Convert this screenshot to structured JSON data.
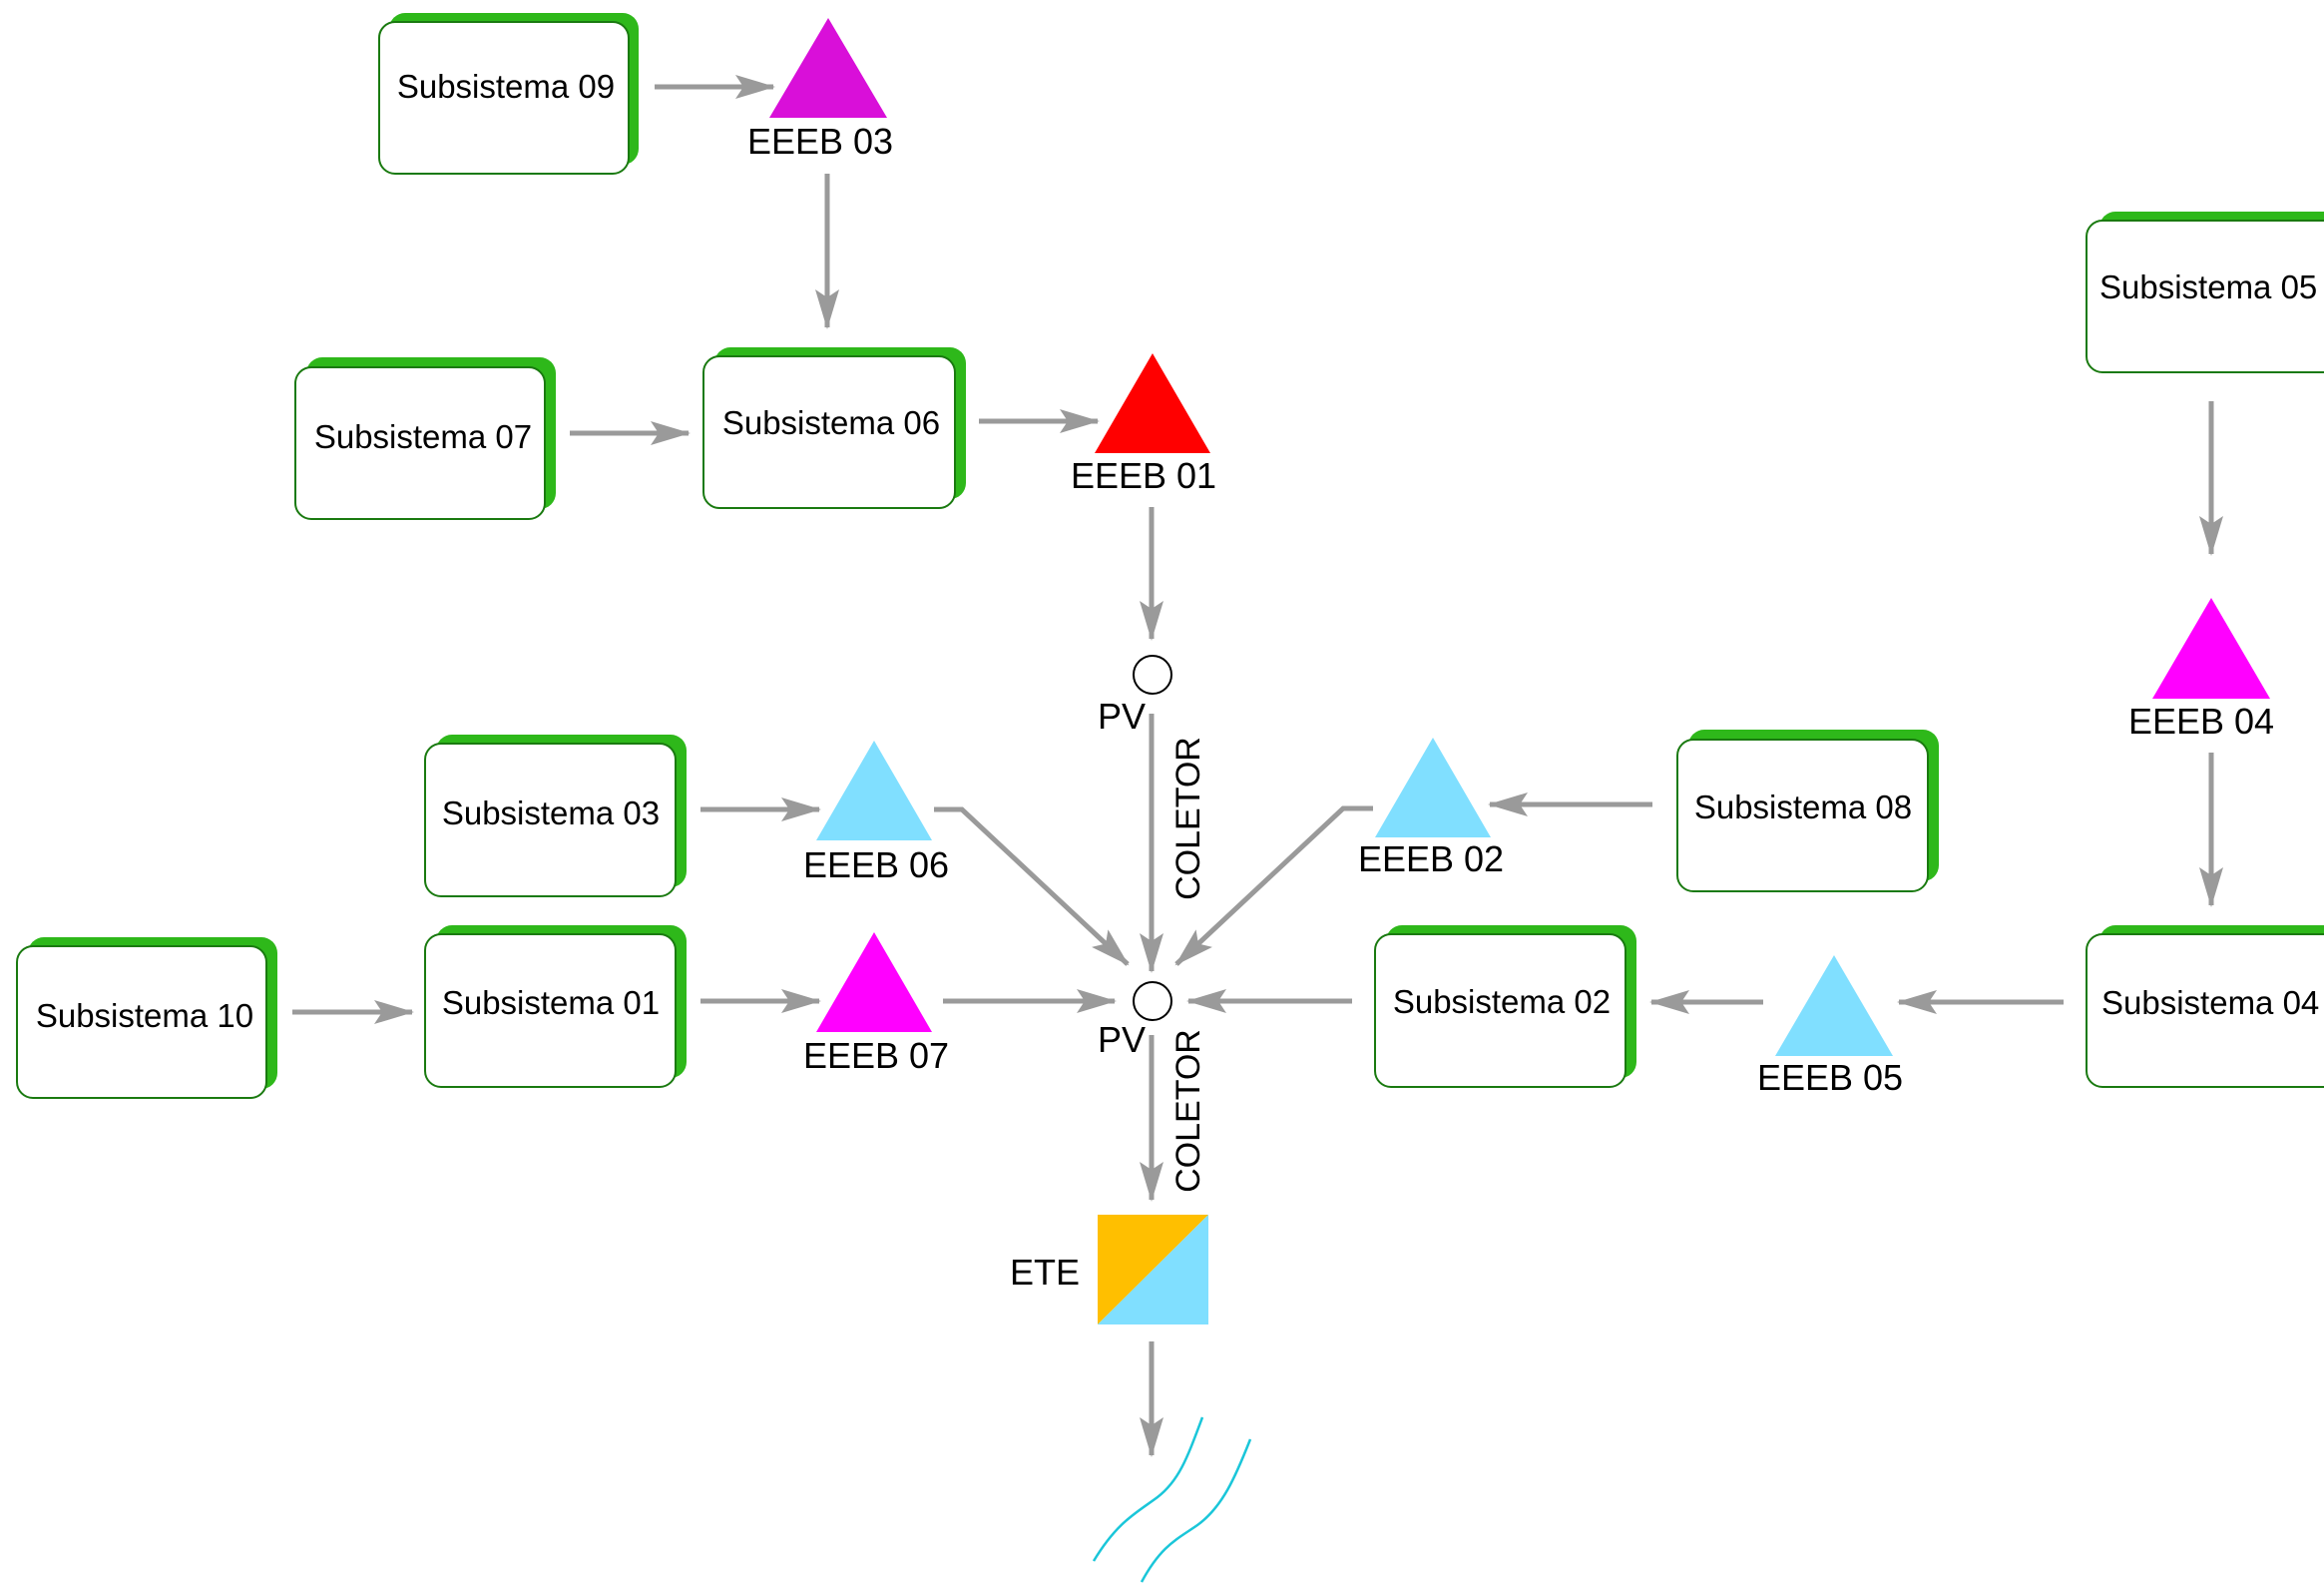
{
  "colors": {
    "box_shadow": "#2eb81a",
    "box_border": "#1a7a10",
    "arrow": "#9a9a9a",
    "eeeb_red": "#ff0000",
    "eeeb_magenta": "#ff00ff",
    "eeeb_purple": "#d90fd9",
    "eeeb_cyan": "#80dfff",
    "ete_orange": "#ffbf00",
    "ete_cyan": "#80dfff",
    "river": "#1ac6d9"
  },
  "subsystems": [
    {
      "id": "s09",
      "label": "Subsistema 09"
    },
    {
      "id": "s07",
      "label": "Subsistema 07"
    },
    {
      "id": "s06",
      "label": "Subsistema 06"
    },
    {
      "id": "s05",
      "label": "Subsistema 05"
    },
    {
      "id": "s03",
      "label": "Subsistema 03"
    },
    {
      "id": "s08",
      "label": "Subsistema 08"
    },
    {
      "id": "s10",
      "label": "Subsistema 10"
    },
    {
      "id": "s01",
      "label": "Subsistema 01"
    },
    {
      "id": "s02",
      "label": "Subsistema 02"
    },
    {
      "id": "s04",
      "label": "Subsistema 04"
    }
  ],
  "pump_stations": [
    {
      "id": "e03",
      "label": "EEEB 03",
      "color": "#d90fd9"
    },
    {
      "id": "e01",
      "label": "EEEB 01",
      "color": "#ff0000"
    },
    {
      "id": "e04",
      "label": "EEEB 04",
      "color": "#ff00ff"
    },
    {
      "id": "e06",
      "label": "EEEB 06",
      "color": "#80dfff"
    },
    {
      "id": "e02",
      "label": "EEEB 02",
      "color": "#80dfff"
    },
    {
      "id": "e07",
      "label": "EEEB 07",
      "color": "#ff00ff"
    },
    {
      "id": "e05",
      "label": "EEEB 05",
      "color": "#80dfff"
    }
  ],
  "manholes": [
    {
      "id": "pv1",
      "label": "PV"
    },
    {
      "id": "pv2",
      "label": "PV"
    }
  ],
  "collectors": [
    {
      "id": "c1",
      "label": "COLETOR"
    },
    {
      "id": "c2",
      "label": "COLETOR"
    }
  ],
  "treatment_plant": {
    "label": "ETE"
  }
}
